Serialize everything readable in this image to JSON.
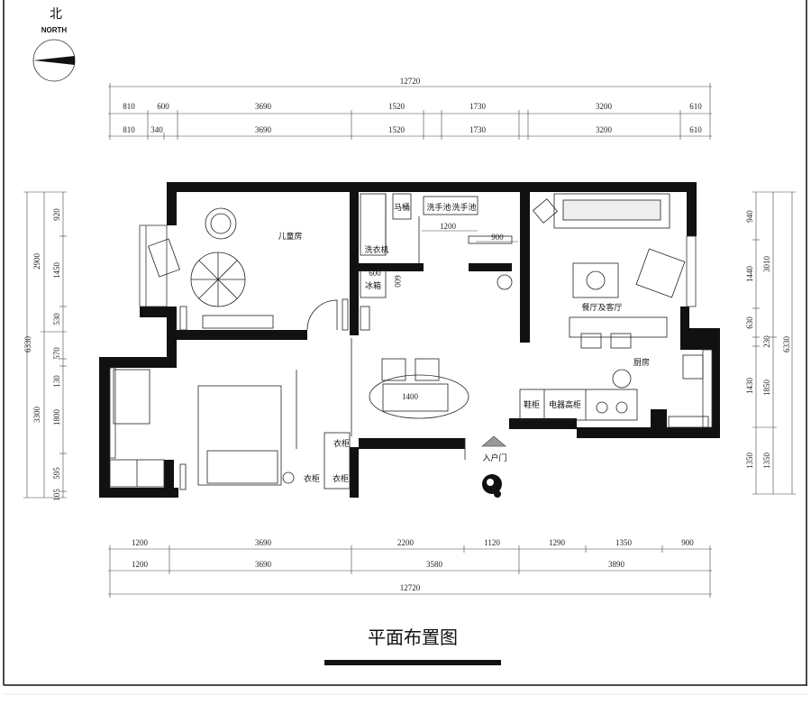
{
  "north": {
    "zh": "北",
    "en": "NORTH"
  },
  "title": "平面布置图",
  "top_dims": {
    "total": "12720",
    "row1": [
      "810",
      "600",
      "3690",
      "1520",
      "1730",
      "3200",
      "610"
    ],
    "row2": [
      "810",
      "340",
      "3690",
      "1520",
      "1730",
      "3200",
      "610"
    ]
  },
  "bottom_dims": {
    "row1": [
      "1200",
      "3690",
      "2200",
      "1120",
      "1290",
      "1350",
      "900"
    ],
    "row2": [
      "1200",
      "3690",
      "3580",
      "3890"
    ],
    "total": "12720"
  },
  "left_dims": {
    "total": "6330",
    "col1": [
      "2900",
      "3300"
    ],
    "col2": [
      "920",
      "1450",
      "530",
      "570",
      "130",
      "1800",
      "595",
      "105"
    ]
  },
  "right_dims": {
    "col1": [
      "940",
      "1440",
      "630",
      "230",
      "1430",
      "1350"
    ],
    "col2": [
      "3010",
      "1850",
      "1350"
    ],
    "total": "6330"
  },
  "rooms": {
    "child": "儿童房",
    "toilet": "马桶",
    "basin1": "洗手池",
    "basin2": "洗手池",
    "washer": "洗衣机",
    "fridge": "冰箱",
    "living": "餐厅及客厅",
    "kitchen": "厨房",
    "shoe": "鞋柜",
    "appliance": "电器高柜",
    "entrance": "入户门",
    "wardrobe1": "衣柜",
    "wardrobe2": "衣柜",
    "wardrobe3": "衣柜"
  },
  "inner_dims": {
    "bath_w": "1200",
    "hall_w": "900",
    "fridge_w": "600",
    "fridge_d": "600",
    "table_w": "1400"
  }
}
